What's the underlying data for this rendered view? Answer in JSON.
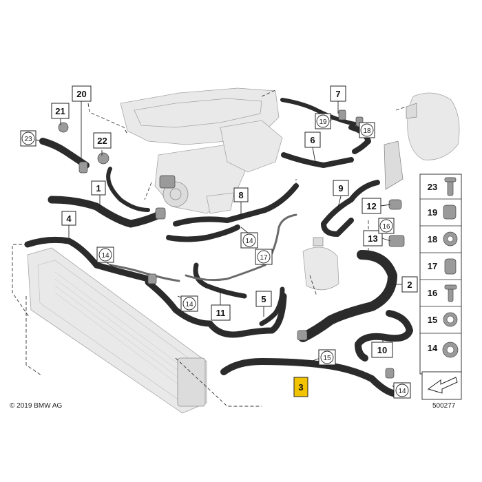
{
  "callouts": [
    {
      "id": "c1",
      "text": "1",
      "circled": false
    },
    {
      "id": "c2",
      "text": "2",
      "circled": false
    },
    {
      "id": "c3",
      "text": "3",
      "circled": false,
      "highlight": "#f2c300"
    },
    {
      "id": "c4",
      "text": "4",
      "circled": false
    },
    {
      "id": "c5",
      "text": "5",
      "circled": false
    },
    {
      "id": "c6",
      "text": "6",
      "circled": false
    },
    {
      "id": "c7",
      "text": "7",
      "circled": false
    },
    {
      "id": "c8",
      "text": "8",
      "circled": false
    },
    {
      "id": "c9",
      "text": "9",
      "circled": false
    },
    {
      "id": "c10",
      "text": "10",
      "circled": false
    },
    {
      "id": "c11",
      "text": "11",
      "circled": false
    },
    {
      "id": "c12",
      "text": "12",
      "circled": false
    },
    {
      "id": "c13",
      "text": "13",
      "circled": false
    },
    {
      "id": "c20",
      "text": "20",
      "circled": false
    },
    {
      "id": "c21",
      "text": "21",
      "circled": false
    },
    {
      "id": "c22",
      "text": "22",
      "circled": false
    },
    {
      "id": "c14a",
      "text": "14",
      "circled": true
    },
    {
      "id": "c14b",
      "text": "14",
      "circled": true
    },
    {
      "id": "c14c",
      "text": "14",
      "circled": true
    },
    {
      "id": "c14d",
      "text": "14",
      "circled": true
    },
    {
      "id": "c15",
      "text": "15",
      "circled": true
    },
    {
      "id": "c16",
      "text": "16",
      "circled": true
    },
    {
      "id": "c17",
      "text": "17",
      "circled": true
    },
    {
      "id": "c18",
      "text": "18",
      "circled": true
    },
    {
      "id": "c19",
      "text": "19",
      "circled": true
    },
    {
      "id": "c23",
      "text": "23",
      "circled": true
    }
  ],
  "legend": [
    {
      "text": "23"
    },
    {
      "text": "19"
    },
    {
      "text": "18"
    },
    {
      "text": "17"
    },
    {
      "text": "16"
    },
    {
      "text": "15"
    },
    {
      "text": "14"
    }
  ],
  "copyright": "© 2019 BMW AG",
  "diagram_number": "500277",
  "highlight_color": "#f2c300"
}
